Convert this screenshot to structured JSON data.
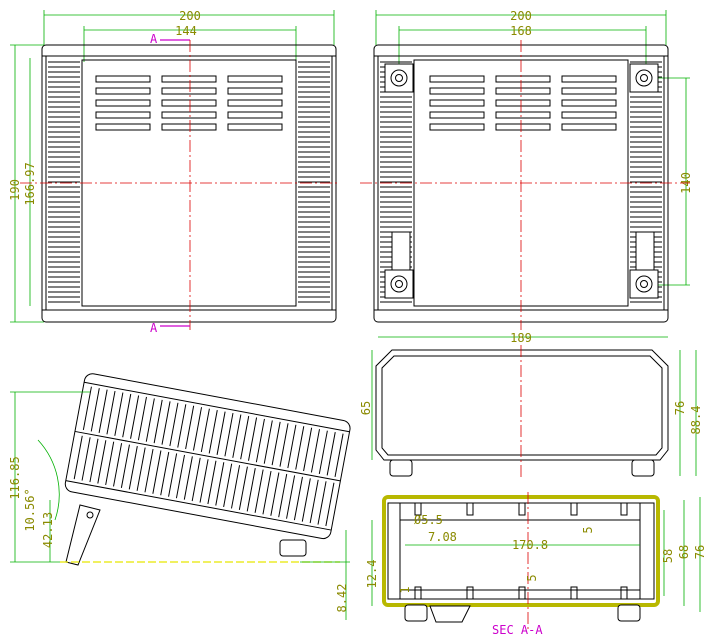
{
  "front_view": {
    "width": "200",
    "inner_width": "144",
    "height": "190",
    "inner_height": "166.97",
    "section_mark": "A"
  },
  "back_view": {
    "width": "200",
    "hole_spacing_x": "168",
    "hole_spacing_y": "140"
  },
  "side_view": {
    "height": "116.85",
    "angle": "10.56°",
    "foot_height": "42.13",
    "clearance": "8.42"
  },
  "end_view": {
    "width": "189",
    "height_a": "65",
    "height_b": "76",
    "height_c": "88.4"
  },
  "section_view": {
    "hole_dia": "Ø5.5",
    "wall": "7.08",
    "inner_length": "170.8",
    "rib_a": "5",
    "rib_b": "5",
    "depth_a": "12.4",
    "depth_b": "1",
    "h1": "58",
    "h2": "68",
    "h3": "76",
    "title": "SEC A-A"
  },
  "colors": {
    "dimension": "#8a8a00",
    "extension": "#00b000",
    "centerline": "#dd0000",
    "section": "#cc00cc",
    "outline": "#000000",
    "hidden": "#e6e600"
  }
}
